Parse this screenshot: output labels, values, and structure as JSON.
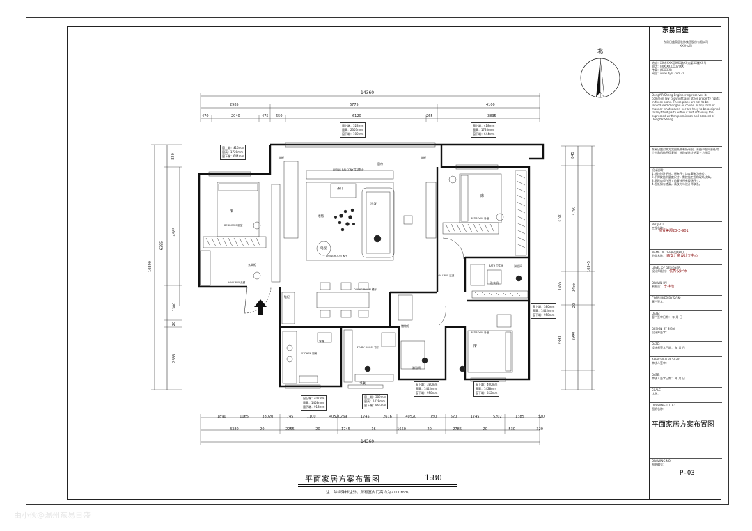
{
  "drawing": {
    "main_title": "平面家居方案布置图",
    "scale": "1:80",
    "note": "注：除特殊标注外，所有室内门高均为2100mm。",
    "watermark": "由小伙@温州东易日盛",
    "north": "北"
  },
  "title_block": {
    "logo": "东易日盛",
    "company_lines": [
      "东易日盛家居装饰集团股份有限公司",
      "XX分公司"
    ],
    "address_lines": [
      "地址：XX市XXX区XXX路XX大厦XX楼XX号",
      "电话：0XX-XXXXX(7)XX",
      "传真：(XXXXX)",
      "网址：www.dyrs.com.cn"
    ],
    "copyright_en": "DongYiRiSheng Engineering reserves its common law copyright and other property rights in these plans. These plans are not to be reproduced changed or copied in any form or manner whatsoever, nor are they to be assigned to any third party without first obtaining the expressed written permission and consent of DongYiRiSheng",
    "copyright_cn": "东易日盛对本方案图纸拥有所有权，未经书面同意任何个人和机构不得复制、修改或转让给第三方使用",
    "design_notes_title": "设计说明：",
    "design_notes": [
      "1.除特别注明外，所有尺寸均以毫米为单位。",
      "2.不得按比例量度尺寸，需按施工图和现场核实。",
      "3.承建商须在开工前复核所有现场尺寸。",
      "4.图纸如有错漏，请及时与设计师联系。"
    ],
    "project_label": "PROJECT:",
    "project_cn": "工程名称：",
    "project_name": "招贤美郡23-3-901",
    "department_label": "NAME OF DEPARTMENT:",
    "department_cn": "分部名称：",
    "department": "西安汇金设计五中心",
    "level_label": "LEVEL OF DESIGNER:",
    "level_cn": "设计师级别：",
    "level": "优秀设计师",
    "drawn_label": "DRAWN BY:",
    "drawn_cn": "制图员：",
    "drawn": "李林浩",
    "consumer_label": "CONSUMER BY SIGN:",
    "consumer_cn": "客户签字：",
    "date_label": "DATE:",
    "date_sign_cn": "客户签字日期：",
    "date_ymd": "年    月    日",
    "design_sign_label": "DESIGN BY SIGN:",
    "design_sign_cn": "设计师签字：",
    "date_label2": "DATE:",
    "design_date_cn": "设计师签字日期：",
    "approved_label": "APPROVED BY SIGN:",
    "approved_cn": "审核人签字：",
    "date_label3": "DATE:",
    "approved_date_cn": "审核人签字日期：",
    "scale_label": "SCALE:",
    "scale_cn": "比例：",
    "drawing_title_label": "DRAWING TITLE:",
    "drawing_title_cn": "图纸名称：",
    "drawing_title": "平面家居方案布置图",
    "drawing_no_label": "DRAWING NO:",
    "drawing_no_cn": "图纸编号：",
    "drawing_no": "P-03"
  },
  "dimensions": {
    "top_total": "14360",
    "top_mid": [
      "2985",
      "6775",
      "4100"
    ],
    "top_small": [
      "470",
      "2040",
      "475",
      "650",
      "6120",
      "265",
      "3835"
    ],
    "bottom_row1": [
      "1890",
      "1165",
      "33020",
      "745",
      "1100",
      "40520269",
      "1745",
      "2616",
      "40520",
      "750",
      "520",
      "1745",
      "5202",
      "1385",
      "320"
    ],
    "bottom_row2": [
      "3380",
      "20",
      "2255",
      "20",
      "1745",
      "16",
      "1650",
      "20",
      "2785",
      "20",
      "530",
      "320"
    ],
    "bottom_total": "14360",
    "left_total": "10890",
    "left_sub": [
      "820",
      "4985",
      "1300",
      "20",
      "2585"
    ],
    "left_inner": "6385",
    "right_total": "10345",
    "right_sub": [
      "845",
      "4780",
      "1455",
      "20",
      "2990"
    ],
    "right_inner": [
      "3740",
      "1455",
      "2890"
    ]
  },
  "window_tags": [
    {
      "lines": [
        "窗上端：418mm",
        "窗高：1720mm",
        "窗下端：644mm"
      ]
    },
    {
      "lines": [
        "窗上端：523mm",
        "窗高：2357mm",
        "窗下端：100mm"
      ]
    },
    {
      "lines": [
        "窗上端：418mm",
        "窗高：1720mm",
        "窗下端：644mm"
      ]
    },
    {
      "lines": [
        "窗上端：380mm",
        "窗高：1442mm",
        "窗下端：958mm"
      ]
    },
    {
      "lines": [
        "窗上端：407mm",
        "窗高：1458mm",
        "窗下端：918mm"
      ]
    },
    {
      "lines": [
        "窗上端：389mm",
        "窗高：1428mm",
        "窗下端：965mm"
      ]
    },
    {
      "lines": [
        "窗上端：380mm",
        "窗高：1442mm",
        "窗下端：958mm"
      ]
    },
    {
      "lines": [
        "窗上端：400mm",
        "窗高：1428mm",
        "窗下端：352mm"
      ]
    }
  ],
  "rooms": {
    "bedroom_left": "BEDROOM 卧室",
    "bed": "床",
    "living_balcony": "LIVING BALCONY 生活阳台",
    "living": "LIVINGROOM 客厅",
    "sofa": "沙发",
    "tv": "电视",
    "rug": "地毯",
    "bedroom_right": "BEDROOM 卧室",
    "hallway_left": "HALLWAY 走廊",
    "hallway_right": "HALLWAY 过道",
    "dining": "DINING ROOM 餐厅",
    "kitchen": "KITCHEN 厨房",
    "study": "STUDY ROOM 书房",
    "bath": "BATH 卫生间",
    "bedroom_bottom": "BEDROOM 卧室",
    "bathing": "淋浴间",
    "wardrobe": "衣柜",
    "shoe": "鞋柜",
    "desk": "书桌",
    "bookshelf": "储物柜",
    "fridge": "冰箱",
    "washer": "洗衣机",
    "curtain": "窗帘",
    "entry": "玄关柜",
    "tea_table": "茶几"
  }
}
